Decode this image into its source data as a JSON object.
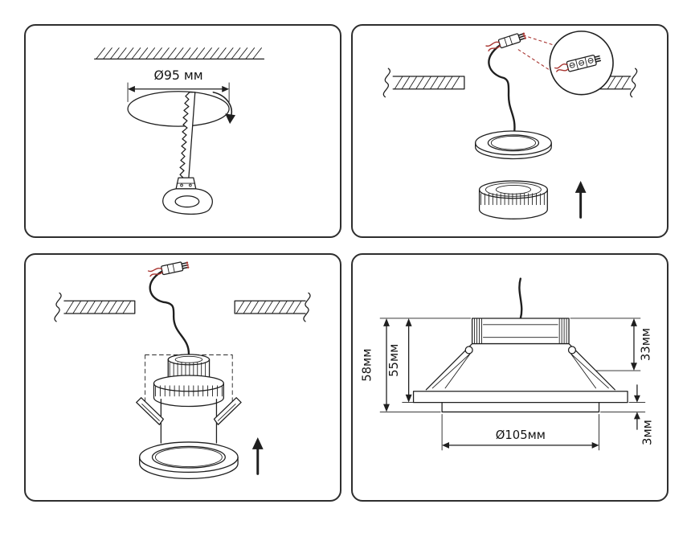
{
  "page": {
    "background": "#ffffff",
    "line_color": "#1f1f1f",
    "accent_color": "#a83430"
  },
  "panel_cutout": {
    "hole_diameter_label": "Ø95 мм"
  },
  "panel_dimensions": {
    "total_height_label": "58мм",
    "body_height_label": "55мм",
    "recess_height_label": "33мм",
    "trim_diameter_label": "Ø105мм",
    "trim_protrusion_label": "3мм"
  }
}
